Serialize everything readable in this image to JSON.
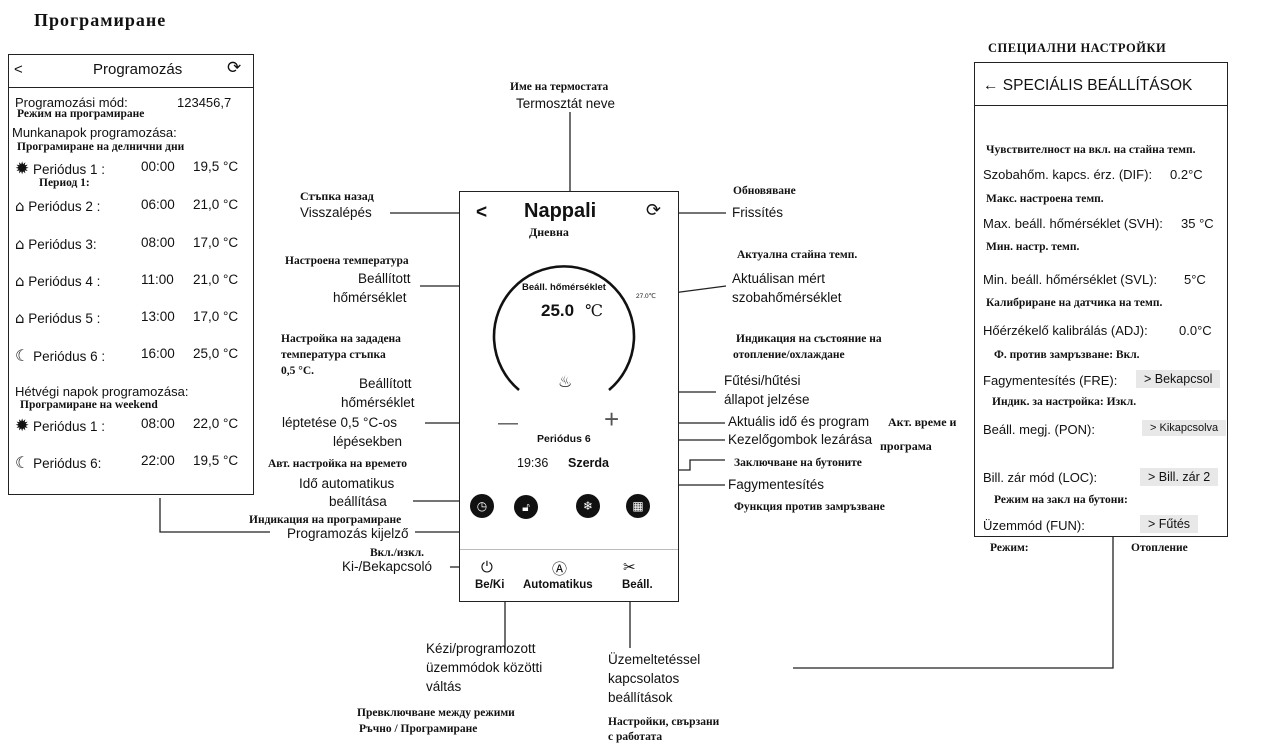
{
  "page_title": "Програмиране",
  "programming_panel": {
    "back": "<",
    "title": "Programozás",
    "mode_label": "Programozási mód:",
    "mode_value": "123456,7",
    "mode_bg": "Режим на програмиране",
    "workdays_label": "Munkanapok programozása:",
    "workdays_bg": "Програмиране на делнични дни",
    "period_bg": "Период 1:",
    "workdays": [
      {
        "icon": "sun-icon",
        "label": "Periódus 1 :",
        "time": "00:00",
        "temp": "19,5 °C"
      },
      {
        "icon": "house-arrow-icon",
        "label": "Periódus 2 :",
        "time": "06:00",
        "temp": "21,0 °C"
      },
      {
        "icon": "house-people-icon",
        "label": "Periódus 3:",
        "time": "08:00",
        "temp": "17,0 °C"
      },
      {
        "icon": "house-people-icon",
        "label": "Periódus 4 :",
        "time": "11:00",
        "temp": "21,0 °C"
      },
      {
        "icon": "house-return-icon",
        "label": "Periódus 5 :",
        "time": "13:00",
        "temp": "17,0 °C"
      },
      {
        "icon": "moon-icon",
        "label": "Periódus 6 :",
        "time": "16:00",
        "temp": "25,0 °C"
      }
    ],
    "weekend_label": "Hétvégi napok programozása:",
    "weekend_bg": "Програмиране на weekend",
    "weekend": [
      {
        "icon": "sun-icon",
        "label": "Periódus 1 :",
        "time": "08:00",
        "temp": "22,0 °C"
      },
      {
        "icon": "moon-icon",
        "label": "Periódus 6:",
        "time": "22:00",
        "temp": "19,5 °C"
      }
    ]
  },
  "thermostat": {
    "name": "Nappali",
    "name_bg": "Дневна",
    "back": "<",
    "set_label": "Beáll. hőmérséklet",
    "set_temp": "25.0",
    "unit": "℃",
    "room_temp": "27.0℃",
    "minus": "—",
    "plus": "+",
    "period": "Periódus 6",
    "time": "19:36",
    "day": "Szerda",
    "nav": [
      {
        "icon": "power-icon",
        "label": "Be/Ki"
      },
      {
        "icon": "auto-icon",
        "label": "Automatikus"
      },
      {
        "icon": "tools-icon",
        "label": "Beáll."
      }
    ]
  },
  "annotations": {
    "name_bg": "Име на термостата",
    "name_hu": "Termosztát neve",
    "back_bg": "Стъпка назад",
    "back_hu": "Visszalépés",
    "refresh_bg": "Обновяване",
    "refresh_hu": "Frissítés",
    "settemp_bg": "Настроена температура",
    "settemp_hu1": "Beállított",
    "settemp_hu2": "hőmérséklet",
    "roomtemp_bg": "Актуална стайна темп.",
    "roomtemp_hu1": "Aktuálisan mért",
    "roomtemp_hu2": "szobahőmérséklet",
    "step_bg1": "Настройка на зададена",
    "step_bg2": "температура стъпка",
    "step_bg3": "0,5 °С.",
    "step_hu1": "Beállított",
    "step_hu2": "hőmérséklet",
    "step_hu3": "léptetése 0,5 °C-os",
    "step_hu4": "lépésekben",
    "state_bg1": "Индикация на състояние на",
    "state_bg2": "отопление/охлаждане",
    "state_hu1": "Fűtési/hűtési",
    "state_hu2": "állapot jelzése",
    "curtime_hu": "Aktuális idő és program",
    "curtime_bg1": "Акт. време и",
    "curtime_bg2": "програма",
    "lock_hu": "Kezelőgombok lezárása",
    "lock_bg": "Заключване на бутоните",
    "autotime_bg": "Авт. настройка на времето",
    "autotime_hu1": "Idő automatikus",
    "autotime_hu2": "beállítása",
    "frost_hu": "Fagymentesítés",
    "frost_bg": "Функция против замръзване",
    "progind_bg": "Индикация на програмиране",
    "progind_hu": "Programozás kijelző",
    "onoff_bg": "Вкл./изкл.",
    "onoff_hu": "Ki-/Bekapcsoló",
    "manual_hu1": "Kézi/programozott",
    "manual_hu2": "üzemmódok közötti",
    "manual_hu3": "váltás",
    "manual_bg1": "Превключване между режими",
    "manual_bg2": "Ръчно / Програмиране",
    "settings_hu1": "Üzemeltetéssel",
    "settings_hu2": "kapcsolatos",
    "settings_hu3": "beállítások",
    "settings_bg1": "Настройки, свързани",
    "settings_bg2": "с работата"
  },
  "special": {
    "heading": "СПЕЦИАЛНИ НАСТРОЙКИ",
    "title": "← SPECIÁLIS BEÁLLÍTÁSOK",
    "rows": [
      {
        "bg": "Чувствителност на вкл. на стайна темп.",
        "label": "Szobahőm. kapcs. érz. (DIF):",
        "value": "0.2°C"
      },
      {
        "bg": "Макс. настроена темп.",
        "label": "Max. beáll. hőmérséklet (SVH):",
        "value": "35 °C"
      },
      {
        "bg": "Мин. настр. темп.",
        "label": "Min. beáll. hőmérséklet (SVL):",
        "value": "5°C"
      },
      {
        "bg": "Калибриране на датчика на темп.",
        "label": "Hőérzékelő kalibrálás (ADJ):",
        "value": "0.0°C"
      },
      {
        "bg": "Ф. против замръзване: Вкл.",
        "label": "Fagymentesítés (FRE):",
        "value": "> Bekapcsol"
      },
      {
        "bg": "Индик. за настройка: Изкл.",
        "label": "Beáll. megj. (PON):",
        "value": "> Kikapcsolva"
      },
      {
        "bg": "Режим на закл на бутони:",
        "label": "Bill. zár mód (LOC):",
        "value": "> Bill. zár 2"
      },
      {
        "bg": "Режим:",
        "bg2": "Отопление",
        "label": "Üzemmód (FUN):",
        "value": ">   Fűtés"
      }
    ]
  }
}
